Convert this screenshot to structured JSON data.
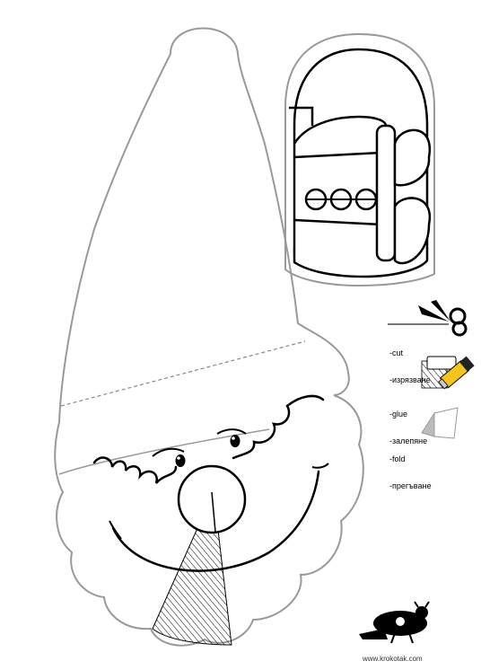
{
  "legend": {
    "cut_en": "-cut",
    "cut_bg": "-изрязване",
    "glue_en": "-glue",
    "glue_bg": "-залепяне",
    "fold_en": "-fold",
    "fold_bg": "-прегъване"
  },
  "footer": {
    "url": "www.krokotak.com"
  },
  "icons": [
    "scissors-icon",
    "glue-stick-icon",
    "fold-icon",
    "krokotak-logo"
  ],
  "colors": {
    "outline": "#999999",
    "ink": "#000000",
    "glue_stick": "#f4c31c"
  }
}
